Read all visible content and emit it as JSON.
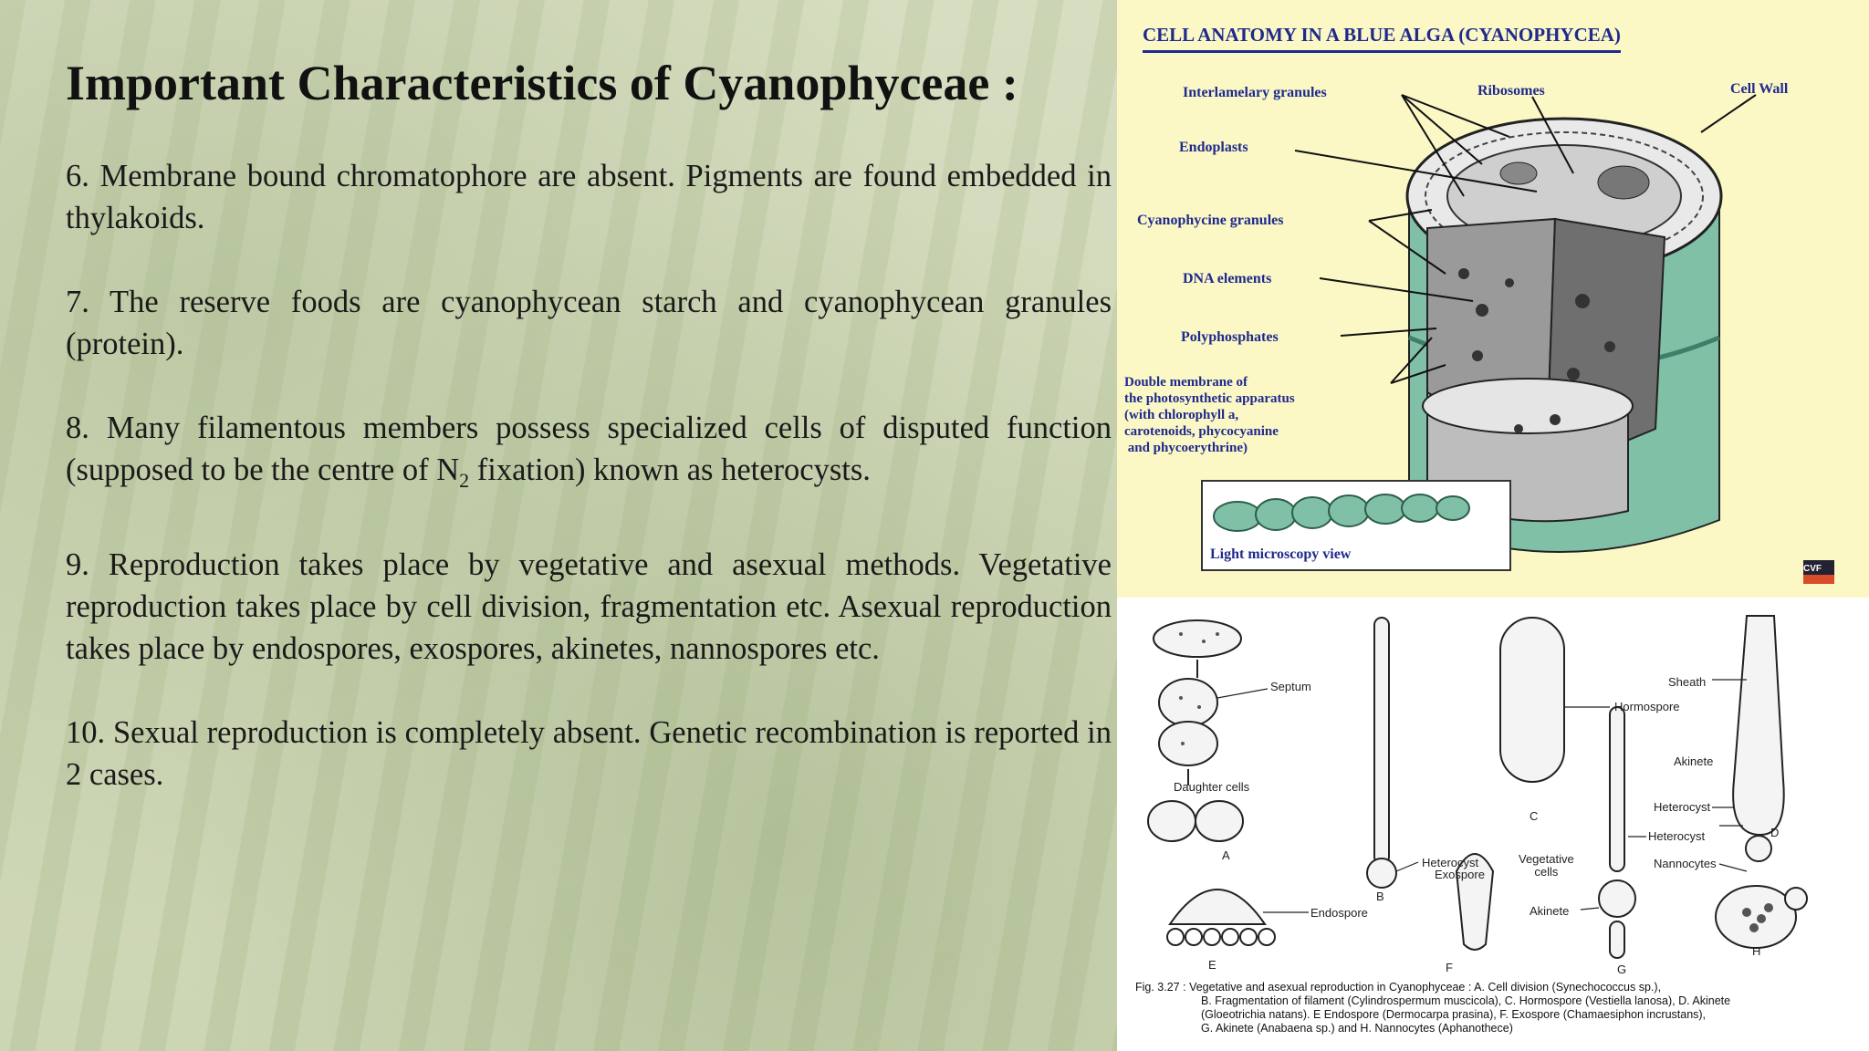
{
  "slide": {
    "title": "Important Characteristics of Cyanophyceae :",
    "points": [
      "6. Membrane bound chromatophore are absent. Pigments are found embedded in thylakoids.",
      "7. The reserve foods are cyanophycean starch and cyanophycean granules (protein).",
      "9. Reproduction takes place by vegetative and asexual methods. Vegetative reproduction takes place by cell division, fragmentation etc. Asexual reproduction takes place by endospores, exospores, akinetes, nannospores etc.",
      "10. Sexual reproduction is completely absent. Genetic recombination is reported in 2 cases."
    ],
    "point8": {
      "before": "8. Many filamentous members possess specialized cells of disputed function (supposed to be the centre of N",
      "sub": "2",
      "after": " fixation) known as heterocysts."
    }
  },
  "figure_top": {
    "title": "CELL ANATOMY IN A BLUE ALGA (CYANOPHYCEA)",
    "labels": {
      "interlamelary": "Interlamelary granules",
      "ribosomes": "Ribosomes",
      "cell_wall": "Cell Wall",
      "endoplasts": "Endoplasts",
      "cyanophycine": "Cyanophycine granules",
      "dna": "DNA elements",
      "polyphosphates": "Polyphosphates",
      "double_membrane_1": "Double membrane of",
      "double_membrane_2": "the photosynthetic apparatus",
      "double_membrane_3": "(with chlorophyll a,",
      "double_membrane_4": "carotenoids, phycocyanine",
      "double_membrane_5": " and phycoerythrine)",
      "light_microscopy": "Light microscopy view",
      "logo": "CVF"
    },
    "colors": {
      "background": "#fbf8c6",
      "label": "#1f2a8c",
      "cylinder": "#7fc0a6"
    }
  },
  "figure_bottom": {
    "labels": {
      "septum": "Septum",
      "daughter_cells": "Daughter cells",
      "a": "A",
      "b": "B",
      "c": "C",
      "d": "D",
      "e": "E",
      "f": "F",
      "g": "G",
      "h": "H",
      "heterocyst_b": "Heterocyst",
      "endospore": "Endospore",
      "exospore": "Exospore",
      "hormospore": "Hormospore",
      "vegetative_cells_1": "Vegetative",
      "vegetative_cells_2": "cells",
      "akinete_g": "Akinete",
      "heterocyst_g": "Heterocyst",
      "sheath": "Sheath",
      "akinete_d": "Akinete",
      "heterocyst_d": "Heterocyst",
      "nannocytes": "Nannocytes"
    },
    "caption": {
      "fig": "Fig. 3.27 :",
      "line1": "Vegetative and asexual reproduction in Cyanophyceae : A. Cell division (Synechococcus sp.),",
      "line2": "B. Fragmentation of filament (Cylindrospermum muscicola), C. Hormospore (Vestiella lanosa), D. Akinete",
      "line3": "(Gloeotrichia natans). E Endospore (Dermocarpa prasina), F. Exospore (Chamaesiphon incrustans),",
      "line4": "G. Akinete (Anabaena sp.) and H. Nannocytes (Aphanothece)"
    }
  }
}
